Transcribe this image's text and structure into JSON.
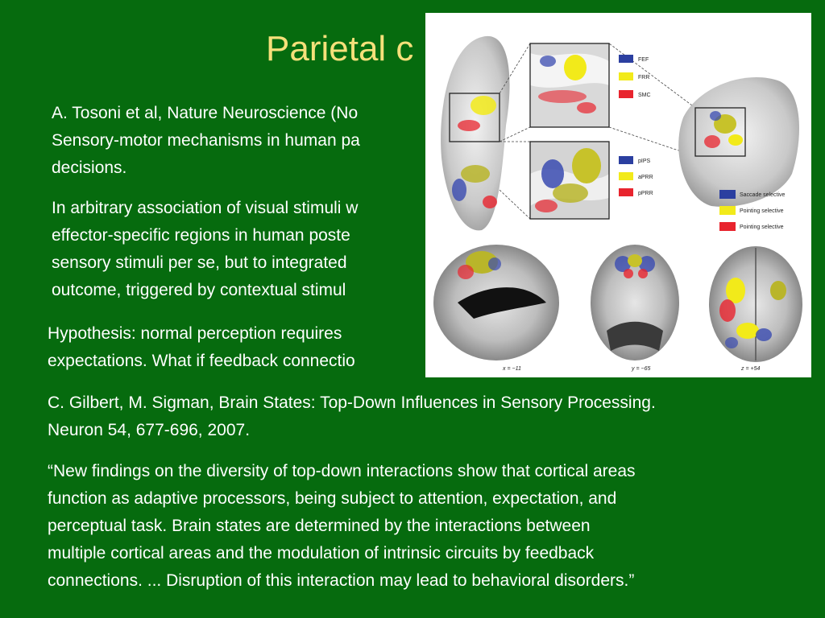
{
  "slide": {
    "title": "Parietal c",
    "para1": [
      "A. Tosoni et al, Nature Neuroscience (No",
      "Sensory-motor mechanisms in human pa",
      "decisions."
    ],
    "para2": [
      "In arbitrary association of visual stimuli w",
      "effector-specific regions in human poste",
      "sensory stimuli per se, but to integrated",
      "outcome, triggered by contextual stimul"
    ],
    "para3": [
      "Hypothesis:  normal perception requires",
      "expectations. What if feedback connectio"
    ],
    "para4": [
      "C. Gilbert, M. Sigman, Brain States: Top-Down Influences in Sensory Processing.",
      "Neuron 54, 677-696, 2007."
    ],
    "para5": [
      "“New findings on the diversity of top-down interactions show that cortical areas",
      "function as adaptive processors, being subject to attention, expectation, and",
      "perceptual task. Brain states are determined by the interactions between",
      "multiple cortical areas and the modulation of intrinsic circuits by feedback",
      "connections. ... Disruption of this interaction may lead to behavioral disorders.”"
    ]
  },
  "figure": {
    "legend_top": [
      {
        "label": "FEF",
        "color": "#2b3fa0"
      },
      {
        "label": "FRR",
        "color": "#f2ea1a"
      },
      {
        "label": "SMC",
        "color": "#e8242e"
      }
    ],
    "legend_mid": [
      {
        "label": "pIPS",
        "color": "#2b3fa0"
      },
      {
        "label": "aPRR",
        "color": "#f2ea1a"
      },
      {
        "label": "pPRR",
        "color": "#e8242e"
      }
    ],
    "legend_right": [
      {
        "label": "Saccade selective",
        "color": "#2b3fa0"
      },
      {
        "label": "Pointing selective",
        "color": "#f2ea1a"
      },
      {
        "label": "Pointing selective",
        "color": "#e8242e"
      }
    ],
    "coords": [
      "x = −11",
      "y = −65",
      "z = +54"
    ]
  },
  "colors": {
    "background": "#066b0e",
    "title": "#f5e07a",
    "text": "#ffffff"
  }
}
